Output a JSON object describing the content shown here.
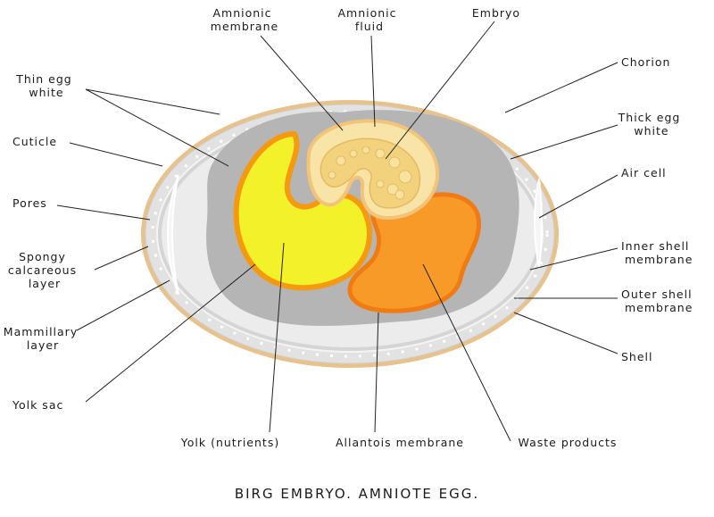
{
  "labels": {
    "amnionic_membrane": [
      "Amnionic",
      "membrane"
    ],
    "amnionic_fluid": [
      "Amnionic",
      "fluid"
    ],
    "embryo": "Embryo",
    "chorion": "Chorion",
    "thin_egg_white": [
      "Thin egg",
      "white"
    ],
    "thick_egg_white": [
      "Thick egg",
      "white"
    ],
    "cuticle": "Cuticle",
    "air_cell": "Air cell",
    "pores": "Pores",
    "inner_shell_membrane": [
      "Inner shell",
      "membrane"
    ],
    "spongy_calcareous_layer": [
      "Spongy",
      "calcareous",
      "layer"
    ],
    "outer_shell_membrane": [
      "Outer shell",
      "membrane"
    ],
    "mammillary_layer": [
      "Mammillary",
      "layer"
    ],
    "shell": "Shell",
    "yolk_sac": "Yolk sac",
    "yolk": "Yolk (nutrients)",
    "allantois_membrane": "Allantois membrane",
    "waste_products": "Waste products"
  },
  "title": "BIRG EMBRYO. AMNIOTE EGG.",
  "colors": {
    "shell_outer": "#e7c08a",
    "shell": "#dcdcdc",
    "thin_white": "#ececec",
    "thick_white": "#b3b3b3",
    "yolk_fill": "#f4f222",
    "yolk_stroke": "#f59a10",
    "allantois_fill": "#f89a28",
    "allantois_stroke": "#f07a10",
    "amnion_fill": "#f9e4a6",
    "amnion_stroke": "#f1c67c",
    "embryo_fill": "#f2d17b"
  }
}
